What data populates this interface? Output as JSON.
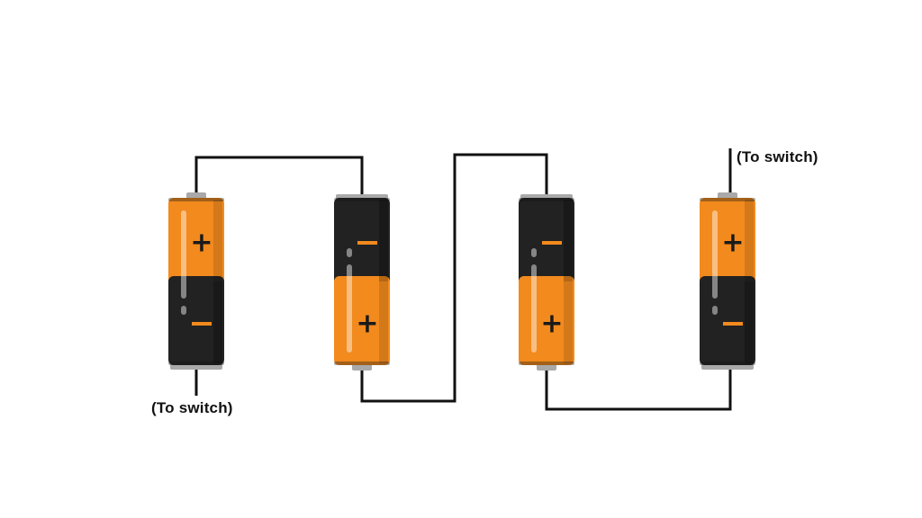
{
  "labels": {
    "left_terminal": "(To switch)",
    "right_terminal": "(To switch)"
  },
  "colors": {
    "orange": "#F28A1E",
    "black": "#222222",
    "wire": "#111111",
    "cap": "#A9A9A9"
  },
  "batteries": [
    {
      "name": "battery-1",
      "orientation": "positive-up",
      "positive_symbol": "+",
      "negative_symbol": "−"
    },
    {
      "name": "battery-2",
      "orientation": "negative-up",
      "positive_symbol": "+",
      "negative_symbol": "−"
    },
    {
      "name": "battery-3",
      "orientation": "negative-up",
      "positive_symbol": "+",
      "negative_symbol": "−"
    },
    {
      "name": "battery-4",
      "orientation": "positive-up",
      "positive_symbol": "+",
      "negative_symbol": "−"
    }
  ]
}
